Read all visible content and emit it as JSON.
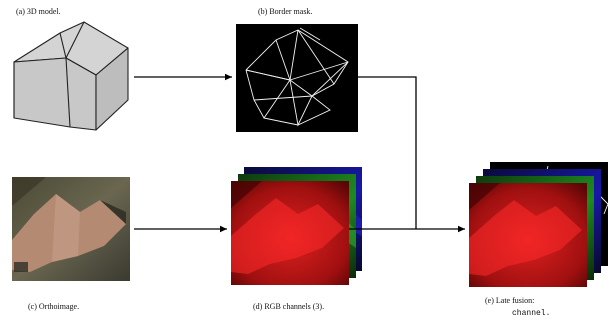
{
  "panels": {
    "a": {
      "caption": "(a) 3D model."
    },
    "b": {
      "caption": "(b) Border mask."
    },
    "c": {
      "caption": "(c) Orthoimage."
    },
    "d": {
      "caption": "(d) RGB channels (3)."
    },
    "e": {
      "caption_line1": "(e) Late fusion:",
      "caption_line2": "channel."
    }
  },
  "colors": {
    "model_face": "#c8c8c8",
    "model_top": "#d4d4d4",
    "mask_background": "#000000",
    "mask_lines": "#f2f2f2",
    "red_channel": "#d01818",
    "green_channel": "#1a7a1a",
    "blue_channel": "#1a1aa0",
    "roof_tone": "#b58a72",
    "arrow": "#000000"
  }
}
